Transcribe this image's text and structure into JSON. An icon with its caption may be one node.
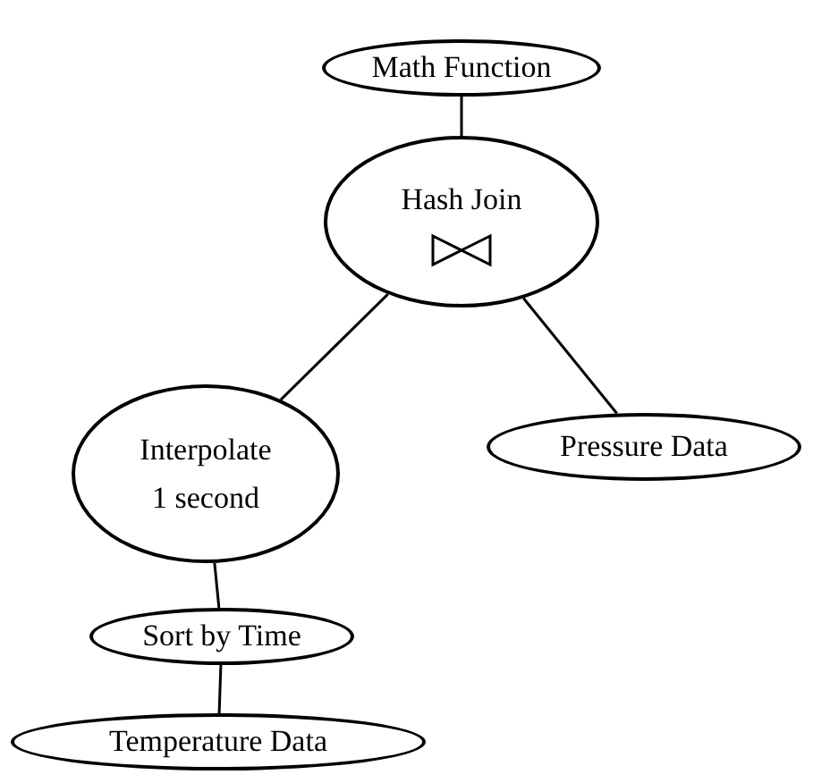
{
  "diagram": {
    "nodes": [
      {
        "text": [
          "Math Function"
        ]
      },
      {
        "text": [
          "Hash Join"
        ]
      },
      {
        "text": [
          "Interpolate",
          "1 second"
        ]
      },
      {
        "text": [
          "Pressure Data"
        ]
      },
      {
        "text": [
          "Sort by Time"
        ]
      },
      {
        "text": [
          "Temperature Data"
        ]
      }
    ],
    "edges": [
      {
        "from": 0,
        "to": 1,
        "arrow": "none"
      },
      {
        "from": 1,
        "to": 2,
        "arrow": "none"
      },
      {
        "from": 1,
        "to": 3,
        "arrow": "none"
      },
      {
        "from": 2,
        "to": 4,
        "arrow": "none"
      },
      {
        "from": 4,
        "to": 5,
        "arrow": "none"
      }
    ]
  }
}
